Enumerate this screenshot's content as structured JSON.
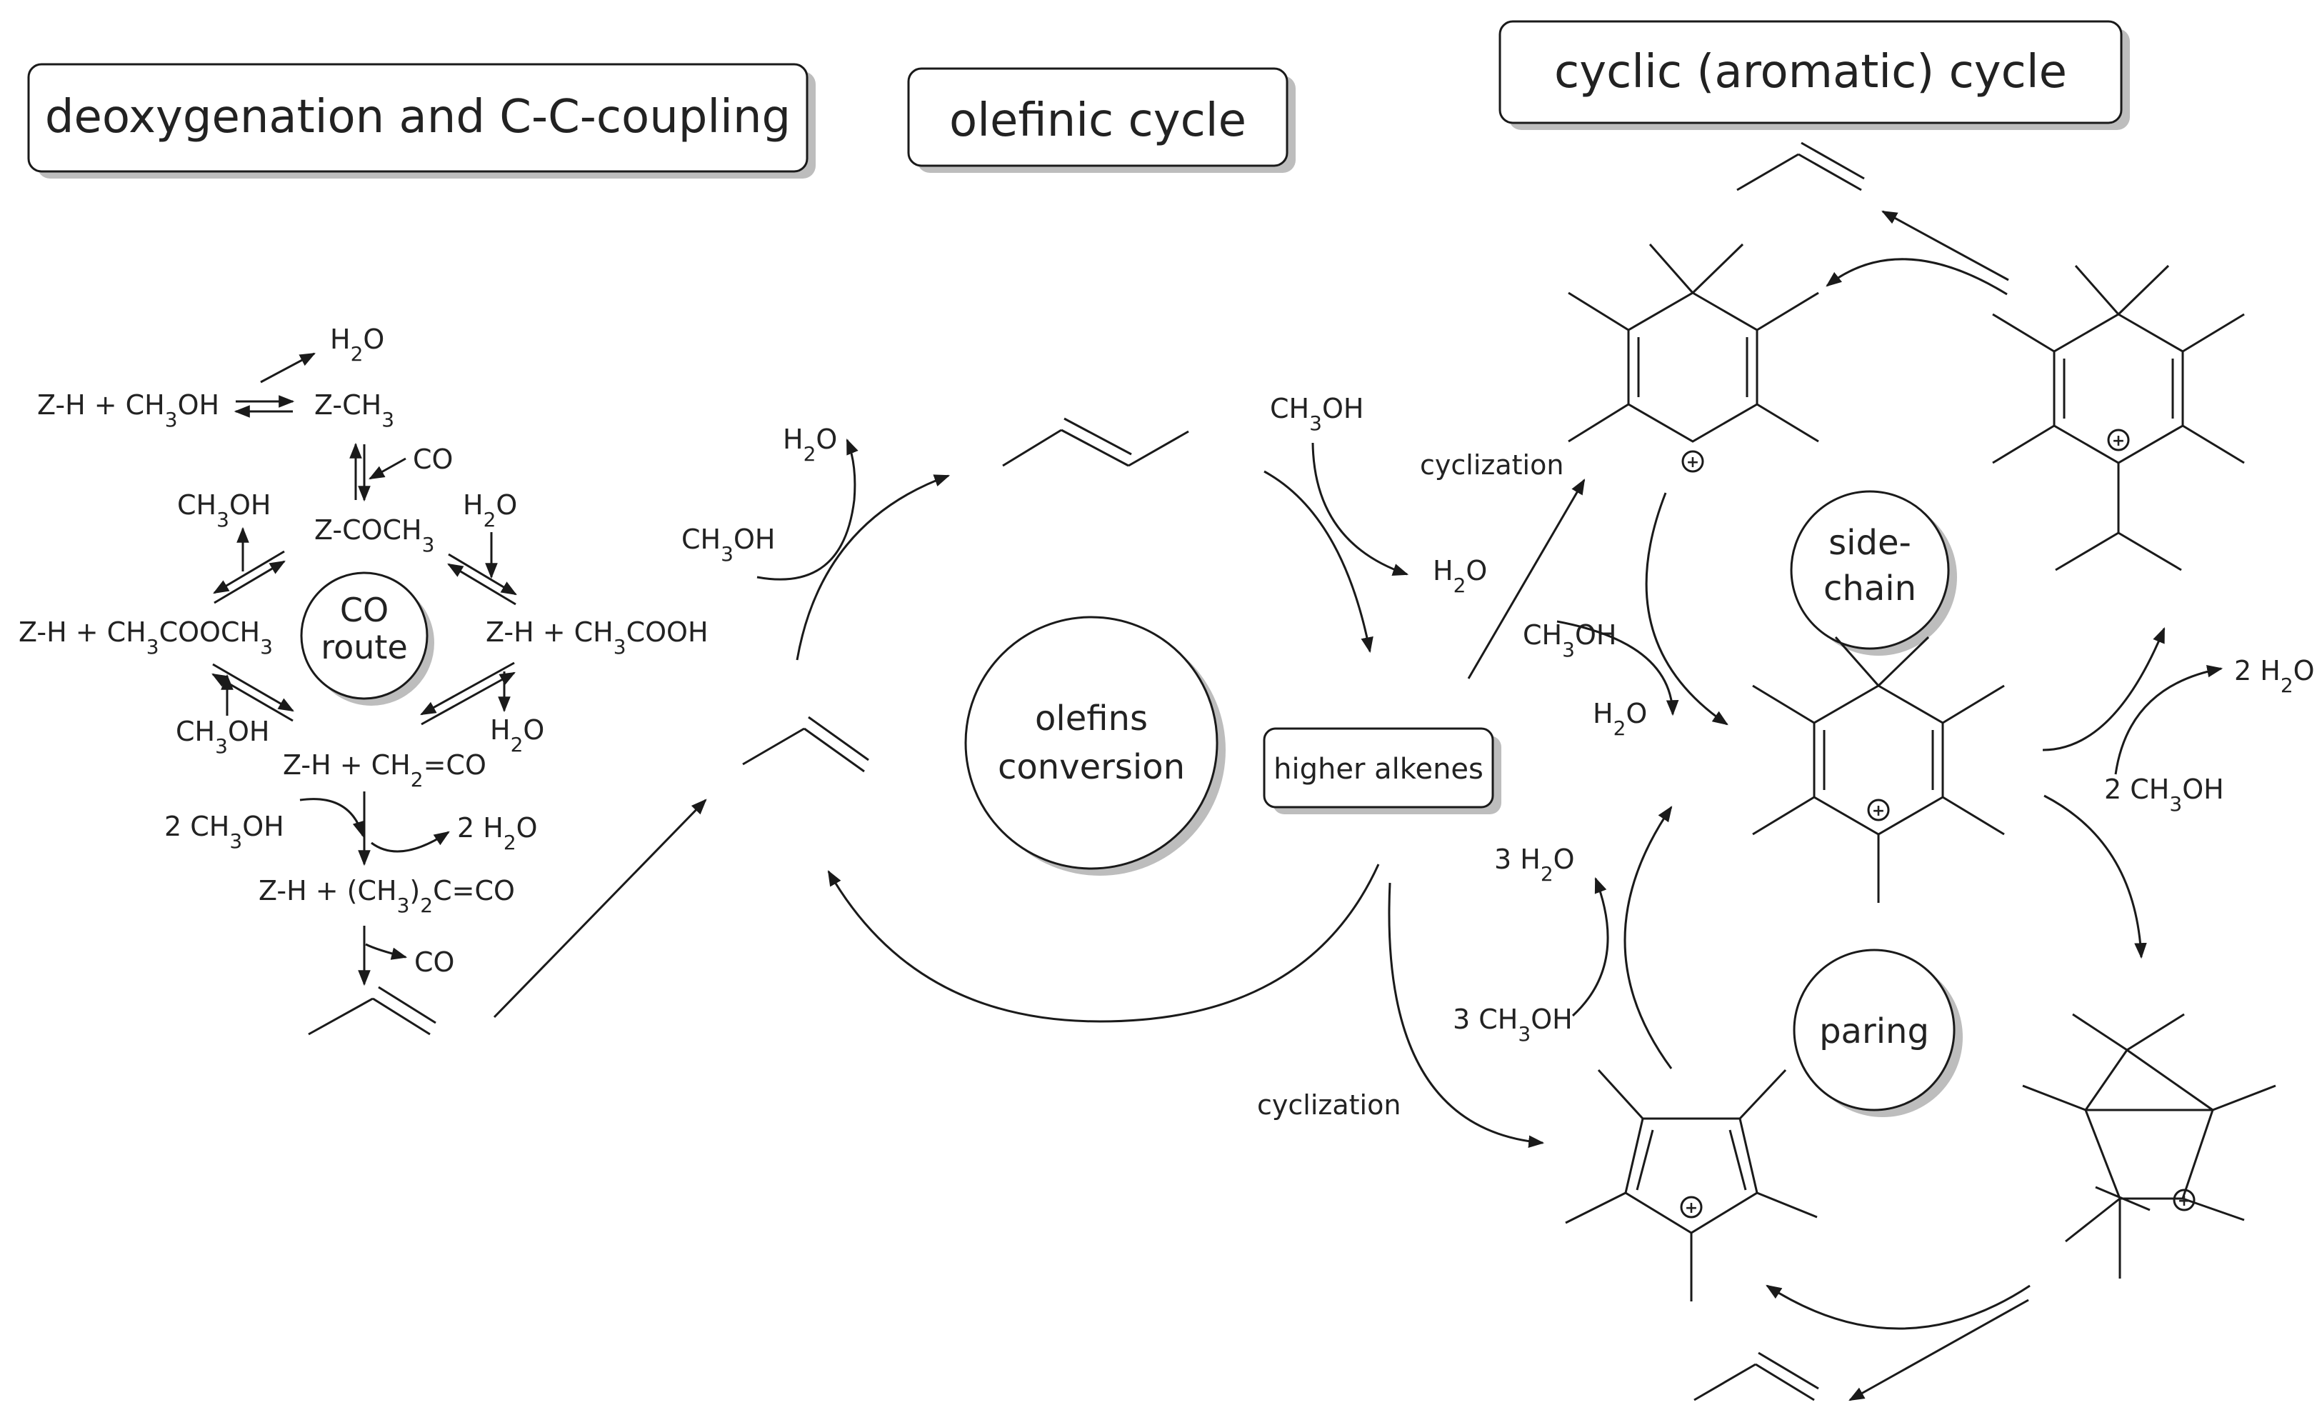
{
  "headers": {
    "deox": "deoxygenation and C-C-coupling",
    "olefinic": "olefinic cycle",
    "aromatic": "cyclic (aromatic) cycle"
  },
  "co_route": {
    "c1": "Z-H + CH",
    "c1_sub": "3",
    "c1_tail": "OH",
    "zch3": "Z-CH",
    "zch3_sub": "3",
    "h2o_a": "H",
    "h2o_a_sub": "2",
    "h2o_a_tail": "O",
    "co_a": "CO",
    "zcoch3": "Z-COCH",
    "zcoch3_sub": "3",
    "ch3oh_a": "CH",
    "ch3oh_a_sub": "3",
    "ch3oh_a_tail": "OH",
    "h2o_b": "H",
    "h2o_b_sub": "2",
    "h2o_b_tail": "O",
    "acetate": "Z-H + CH",
    "acetate_sub": "3",
    "acetate_tail": "COOCH",
    "acetate_sub2": "3",
    "acid": "Z-H + CH",
    "acid_sub": "3",
    "acid_tail": "COOH",
    "center_1": "CO",
    "center_2": "route",
    "ch3oh_b": "CH",
    "ch3oh_b_sub": "3",
    "ch3oh_b_tail": "OH",
    "h2o_c": "H",
    "h2o_c_sub": "2",
    "h2o_c_tail": "O",
    "ketene": "Z-H + CH",
    "ketene_sub": "2",
    "ketene_tail": "=CO",
    "two_ch3oh": "2 CH",
    "two_ch3oh_sub": "3",
    "two_ch3oh_tail": "OH",
    "two_h2o": "2 H",
    "two_h2o_sub": "2",
    "two_h2o_tail": "O",
    "dmk": "Z-H + (CH",
    "dmk_sub": "3",
    "dmk_mid": ")",
    "dmk_sub2": "2",
    "dmk_tail": "C=CO",
    "co_b": "CO"
  },
  "olefin_cycle": {
    "center_1": "olefins",
    "center_2": "conversion",
    "h2o_left": "H",
    "h2o_left_sub": "2",
    "h2o_left_tail": "O",
    "ch3oh_left": "CH",
    "ch3oh_left_sub": "3",
    "ch3oh_left_tail": "OH",
    "ch3oh_top": "CH",
    "ch3oh_top_sub": "3",
    "ch3oh_top_tail": "OH",
    "h2o_right": "H",
    "h2o_right_sub": "2",
    "h2o_right_tail": "O",
    "higher_alkenes": "higher alkenes"
  },
  "aromatic_cycle": {
    "cyclization_top": "cyclization",
    "cyclization_bottom": "cyclization",
    "side_chain_1": "side-",
    "side_chain_2": "chain",
    "paring": "paring",
    "ch3oh_mid": "CH",
    "ch3oh_mid_sub": "3",
    "ch3oh_mid_tail": "OH",
    "h2o_mid": "H",
    "h2o_mid_sub": "2",
    "h2o_mid_tail": "O",
    "two_h2o": "2 H",
    "two_h2o_sub": "2",
    "two_h2o_tail": "O",
    "two_ch3oh": "2 CH",
    "two_ch3oh_sub": "3",
    "two_ch3oh_tail": "OH",
    "three_h2o": "3 H",
    "three_h2o_sub": "2",
    "three_h2o_tail": "O",
    "three_ch3oh": "3 CH",
    "three_ch3oh_sub": "3",
    "three_ch3oh_tail": "OH",
    "plus": "+"
  },
  "colors": {
    "stroke": "#1a1a1a",
    "shadow": "#bdbdbd",
    "text": "#222222"
  }
}
